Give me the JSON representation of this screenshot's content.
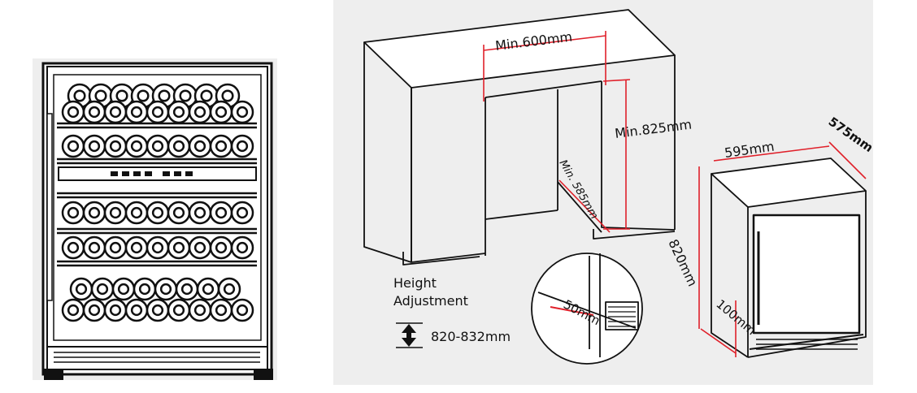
{
  "labels": {
    "min_width": "Min.600mm",
    "min_height": "Min.825mm",
    "min_depth": "Min. 585mm",
    "width": "595mm",
    "depth": "575mm",
    "height": "820mm",
    "plinth": "100mm",
    "gap": "50mm",
    "height_adjustment_line1": "Height",
    "height_adjustment_line2": "Adjustment",
    "height_adjustment_range": "820-832mm"
  },
  "colors": {
    "dimension_line": "#e0202a",
    "line_art": "#111111",
    "panel_background": "#eeeeee"
  }
}
